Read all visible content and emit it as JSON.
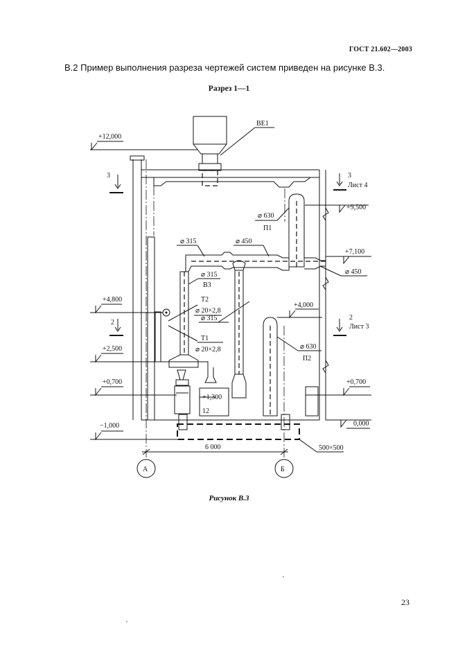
{
  "header": {
    "standard_code": "ГОСТ 21.602—2003"
  },
  "intro_text": "В.2 Пример выполнения разреза чертежей систем приведен на рисунке В.3.",
  "section_title": "Разрез 1—1",
  "drawing": {
    "levels": {
      "l_12000": "+12,000",
      "l_9500": "+9,500",
      "l_7100": "+7,100",
      "l_4800": "+4,800",
      "l_4000": "+4,000",
      "l_2500": "+2,500",
      "l_0700_left": "+0,700",
      "l_0700_right": "+0,700",
      "l_1300": "+1,300",
      "l_0000": "0,000",
      "l_m1000": "−1,000"
    },
    "labels": {
      "be1": "ВЕ1",
      "p1": "П1",
      "p2": "П2",
      "v3": "В3",
      "t1": "Т1",
      "t2": "Т2",
      "d630_p1": "⌀ 630",
      "d630_p2": "⌀ 630",
      "d315_top": "⌀ 315",
      "d450_top": "⌀ 450",
      "d450_right": "⌀ 450",
      "d315_v3": "⌀ 315",
      "d315_mid": "⌀ 315",
      "t2_size": "⌀ 20×2,8",
      "t1_size": "⌀ 20×2,8",
      "equip_12": "12",
      "duct_size": "500×500",
      "span": "6 000",
      "axis_a": "А",
      "axis_b": "Б"
    },
    "section_marks": {
      "left_3": "3",
      "right_3": "3",
      "right_3_sheet": "Лист 4",
      "left_2": "2",
      "right_2": "2",
      "right_2_sheet": "Лист 3"
    }
  },
  "caption": "Рисунок В.3",
  "page_number": "23"
}
